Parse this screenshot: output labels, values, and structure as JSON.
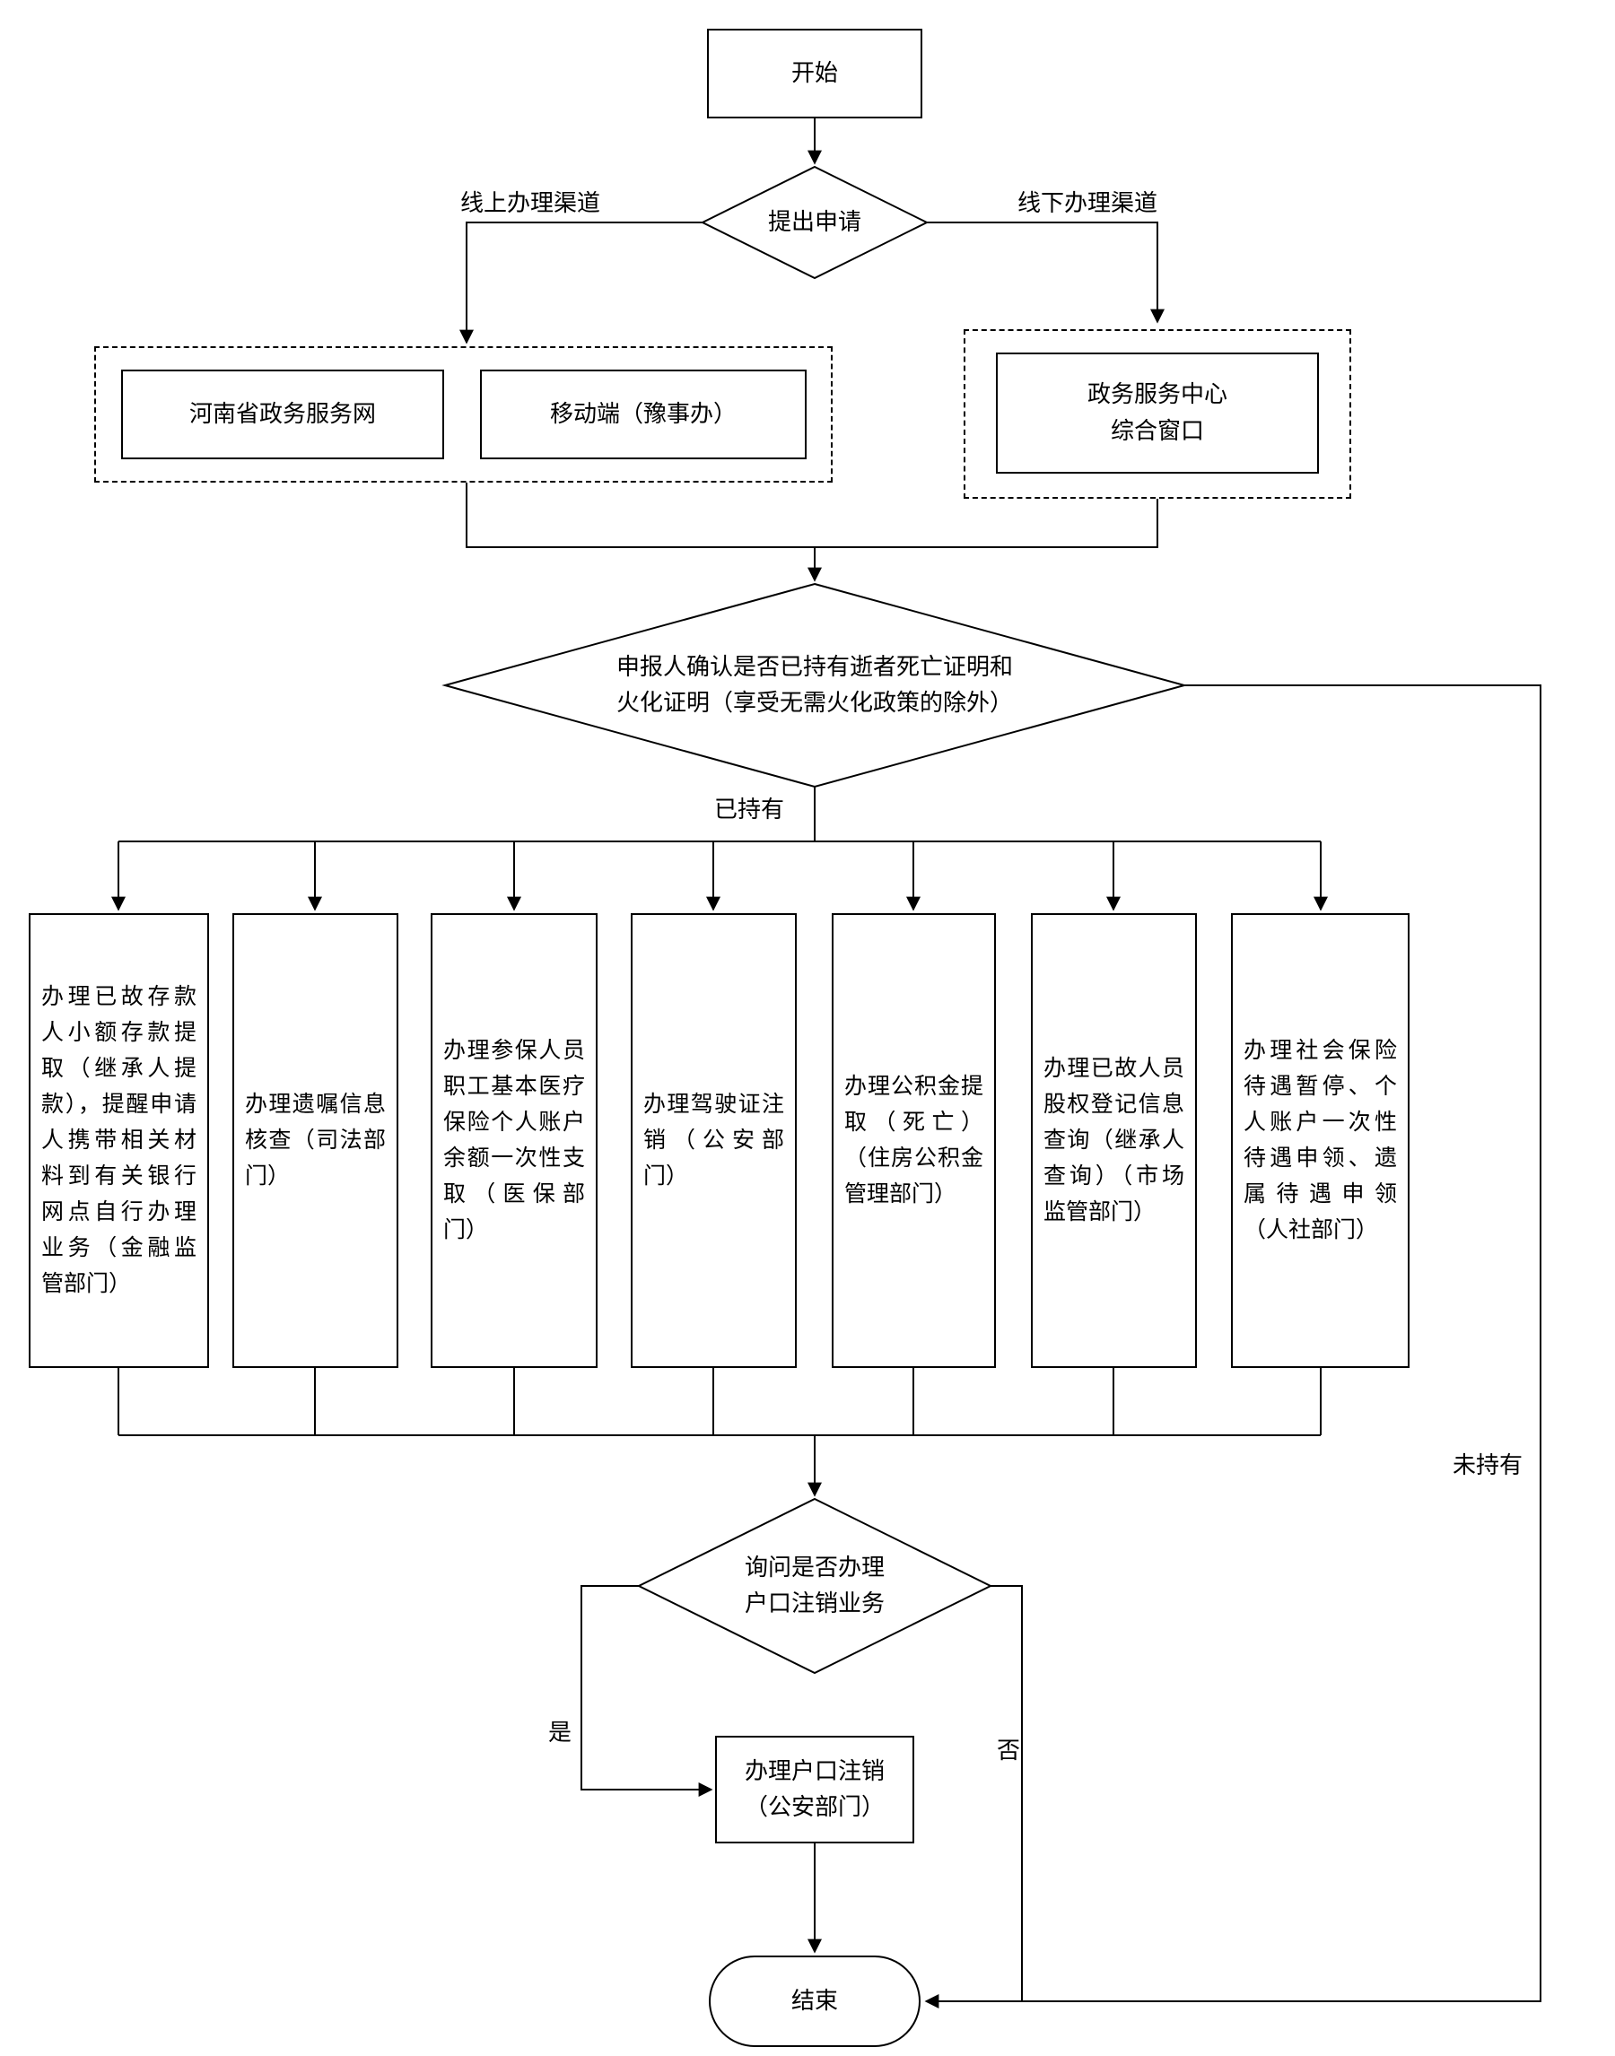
{
  "flowchart": {
    "start_label": "开始",
    "apply_label": "提出申请",
    "online_channel_label": "线上办理渠道",
    "offline_channel_label": "线下办理渠道",
    "online_portals": {
      "henan": "河南省政务服务网",
      "mobile": "移动端（豫事办）"
    },
    "offline_portal": "政务服务中心\n综合窗口",
    "confirm_question": "申报人确认是否已持有逝者死亡证明和\n火化证明（享受无需火化政策的除外）",
    "has_certificates_label": "已持有",
    "no_certificates_label": "未持有",
    "tasks": [
      "办理已故存款人小额存款提取（继承人提款），提醒申请人携带相关材料到有关银行网点自行办理业务（金融监管部门）",
      "办理遗嘱信息核查（司法部门）",
      "办理参保人员职工基本医疗保险个人账户余额一次性支取（医保部门）",
      "办理驾驶证注销（公安部门）",
      "办理公积金提取（死亡）（住房公积金管理部门）",
      "办理已故人员股权登记信息查询（继承人查询）（市场监管部门）",
      "办理社会保险待遇暂停、个人账户一次性待遇申领、遗属待遇申领（人社部门）"
    ],
    "ask_hukou_question": "询问是否办理\n户口注销业务",
    "yes_label": "是",
    "no_label": "否",
    "hukou_task": "办理户口注销\n（公安部门）",
    "end_label": "结束",
    "colors": {
      "line": "#000000",
      "background": "#ffffff"
    }
  }
}
